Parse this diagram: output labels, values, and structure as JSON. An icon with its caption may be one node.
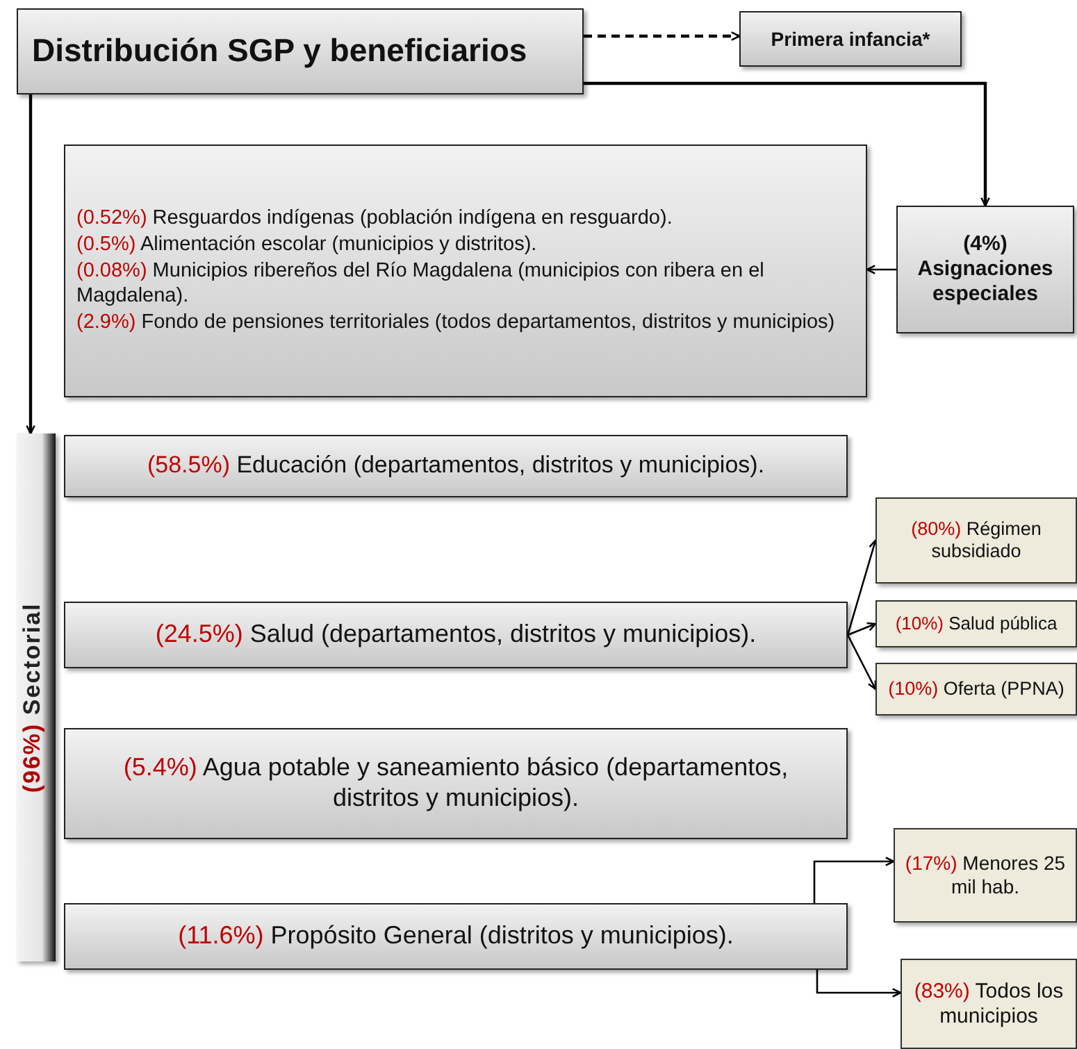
{
  "diagram": {
    "nodes": [
      {
        "text": [
          "Distribución SGP y beneficiarios"
        ]
      },
      {
        "text": [
          "Primera infancia*"
        ]
      },
      {
        "text": [
          "(4%) Asignaciones especiales"
        ]
      },
      {
        "text": [
          "**(0.52%)** Resguardos indígenas (población indígena en resguardo).",
          "**(0.5%)**  Alimentación escolar (municipios y distritos).",
          "**(0.08%)** Municipios ribereños del Río Magdalena (municipios con ribera en el Magdalena).",
          "**(2.9%)**  Fondo de pensiones territoriales (todos departamentos, distritos y municipios)"
        ]
      },
      {
        "text": [
          "**(96%)** Sectorial"
        ]
      },
      {
        "text": [
          "**(58.5%)** Educación (departamentos, distritos y municipios)."
        ]
      },
      {
        "text": [
          "**(24.5%)** Salud (departamentos, distritos y municipios)."
        ]
      },
      {
        "text": [
          "**(5.4%)** Agua potable y saneamiento básico (departamentos, distritos y municipios)."
        ]
      },
      {
        "text": [
          "**(11.6%)** Propósito General (distritos y municipios)."
        ]
      },
      {
        "text": [
          "**(80%)** Régimen subsidiado"
        ]
      },
      {
        "text": [
          "**(10%)** Salud pública"
        ]
      },
      {
        "text": [
          "**(10%)** Oferta (PPNA)"
        ]
      },
      {
        "text": [
          "**(17%)** Menores 25 mil hab."
        ]
      },
      {
        "text": [
          "**(83%)** Todos los municipios"
        ]
      }
    ],
    "edges": [
      {
        "from": 0,
        "to": 1,
        "arrow": "to",
        "style": "dashed"
      },
      {
        "from": 0,
        "to": 2,
        "arrow": "to"
      },
      {
        "from": 2,
        "to": 3,
        "arrow": "to"
      },
      {
        "from": 0,
        "to": 4,
        "arrow": "to"
      },
      {
        "from": 6,
        "to": 9,
        "arrow": "to"
      },
      {
        "from": 6,
        "to": 10,
        "arrow": "to"
      },
      {
        "from": 6,
        "to": 11,
        "arrow": "to"
      },
      {
        "from": 8,
        "to": 12,
        "arrow": "to"
      },
      {
        "from": 8,
        "to": 13,
        "arrow": "to"
      }
    ]
  }
}
